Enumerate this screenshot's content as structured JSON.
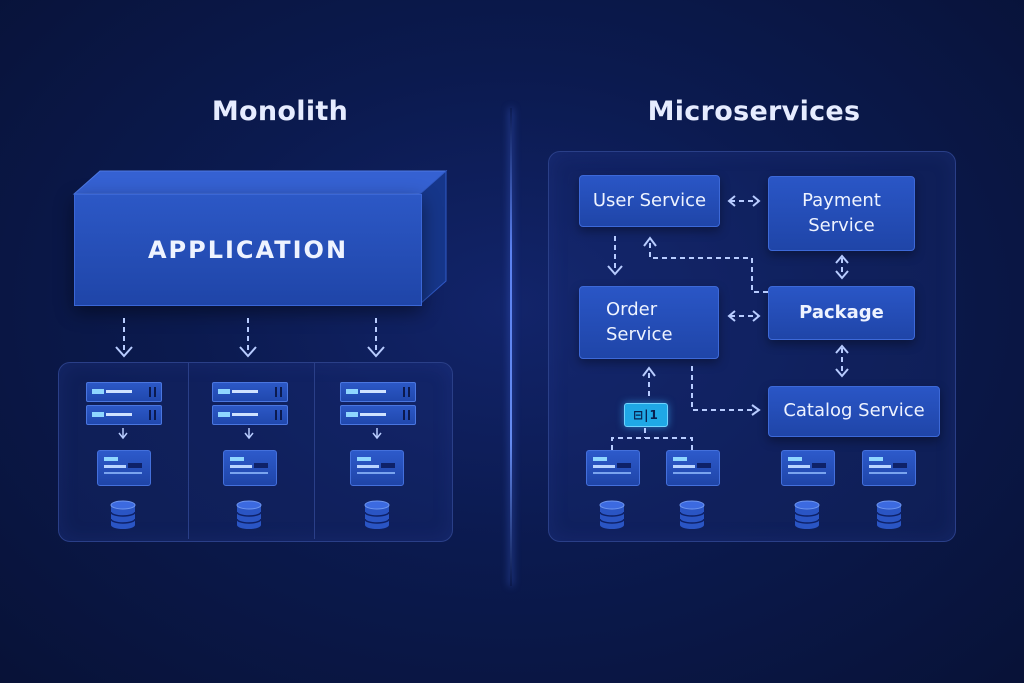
{
  "monolith": {
    "title": "Monolith",
    "application_label": "APPLICATION"
  },
  "microservices": {
    "title": "Microservices",
    "services": {
      "user": "User Service",
      "payment": "Payment\nService",
      "order": "Order\nService",
      "package": "Package",
      "catalog": "Catalog Service"
    },
    "gateway_label": "⊟|1"
  },
  "colors": {
    "background": "#0b1a4f",
    "block": "#2448b0",
    "accent": "#1fa8e6",
    "arrow": "#b8ccff"
  },
  "icons": [
    "server-icon",
    "container-icon",
    "database-icon",
    "arrow-icon"
  ]
}
